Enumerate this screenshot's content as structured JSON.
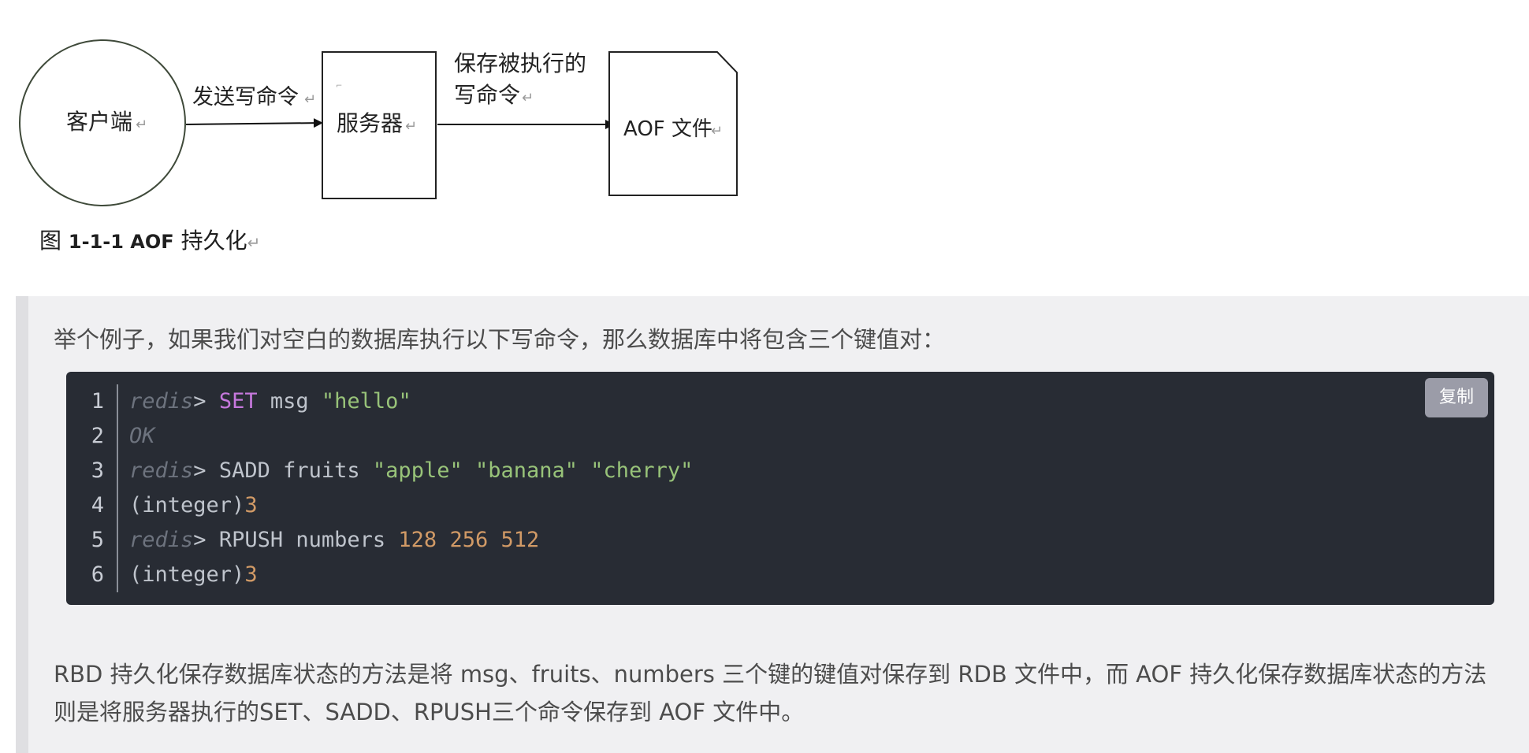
{
  "diagram": {
    "client_label": "客户端",
    "send_label": "发送写命令",
    "server_label": "服务器",
    "save_label_line1": "保存被执行的",
    "save_label_line2": "写命令",
    "aof_label": "AOF 文件",
    "return_mark": "↵",
    "caption_prefix": "图",
    "caption_number": "1-1-1 AOF",
    "caption_text": "持久化"
  },
  "article": {
    "intro": "举个例子，如果我们对空白的数据库执行以下写命令，那么数据库中将包含三个键值对：",
    "conclusion": "RBD 持久化保存数据库状态的方法是将 msg、fruits、numbers 三个键的键值对保存到 RDB 文件中，而 AOF 持久化保存数据库状态的方法则是将服务器执行的SET、SADD、RPUSH三个命令保存到 AOF 文件中。"
  },
  "code_block": {
    "copy_label": "复制",
    "line_numbers": [
      "1",
      "2",
      "3",
      "4",
      "5",
      "6"
    ],
    "prompt": "redis",
    "prompt_arrow": ">",
    "line1": {
      "command": "SET",
      "key": "msg",
      "value": "\"hello\""
    },
    "line2": {
      "reply": "OK"
    },
    "line3": {
      "command": "SADD",
      "key": "fruits",
      "values": [
        "\"apple\"",
        "\"banana\"",
        "\"cherry\""
      ]
    },
    "line4": {
      "type": "(integer)",
      "value": "3"
    },
    "line5": {
      "command": "RPUSH",
      "key": "numbers",
      "values": [
        "128",
        "256",
        "512"
      ]
    },
    "line6": {
      "type": "(integer)",
      "value": "3"
    }
  },
  "colors": {
    "code_background": "#282c34",
    "keyword": "#c678dd",
    "string": "#98c379",
    "number": "#d19a66",
    "quote_background": "#f0f0f2"
  }
}
